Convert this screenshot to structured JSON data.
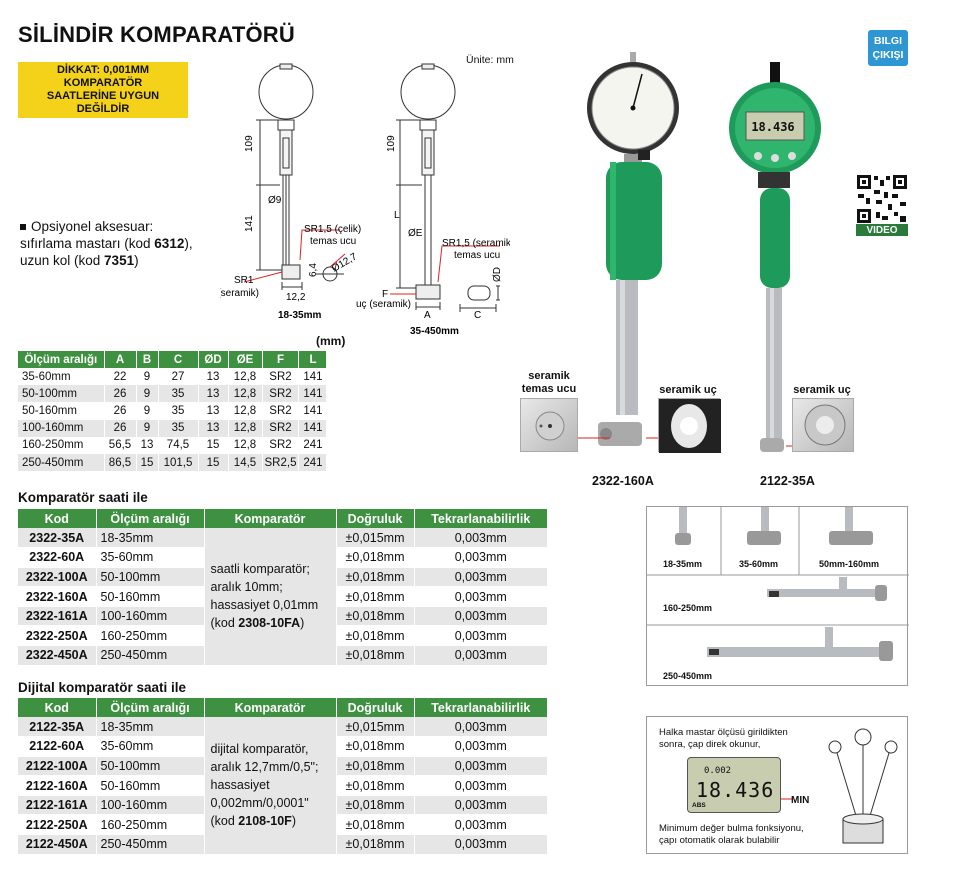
{
  "title": "SİLİNDİR KOMPARATÖRÜ",
  "warning": [
    "DİKKAT: 0,001MM KOMPARATÖR",
    "SAATLERİNE UYGUN DEĞİLDİR"
  ],
  "bilgi": [
    "BILGI",
    "ÇIKIŞI"
  ],
  "video_label": "VIDEO",
  "unit_note": "Ünite: mm",
  "accessory": {
    "line1": "Opsiyonel aksesuar:",
    "line2_a": "sıfırlama mastarı (kod ",
    "line2_b": "6312",
    "line2_c": "),",
    "line3_a": "uzun kol (kod ",
    "line3_b": "7351",
    "line3_c": ")"
  },
  "diagram_left": {
    "dim_109": "109",
    "dim_141": "141",
    "dia9": "Ø9",
    "sr": "SR1,5 (çelik)",
    "sr2": "temas ucu",
    "dim_64": "6,4",
    "dia127": "Ø12,7",
    "sr1": "SR1",
    "tip": "uç (seramik)",
    "dim_122": "12,2",
    "caption": "18-35mm"
  },
  "diagram_right": {
    "dim_109": "109",
    "L": "L",
    "diaE": "ØE",
    "sr": "SR1,5 (seramik)",
    "sr2": "temas ucu",
    "diaD": "ØD",
    "F": "F",
    "tip": "uç (seramik)",
    "A": "A",
    "C": "C",
    "caption": "35-450mm"
  },
  "spec_table": {
    "unit": "(mm)",
    "headers": [
      "Ölçüm aralığı",
      "A",
      "B",
      "C",
      "ØD",
      "ØE",
      "F",
      "L"
    ],
    "rows": [
      [
        "35-60mm",
        "22",
        "9",
        "27",
        "13",
        "12,8",
        "SR2",
        "141"
      ],
      [
        "50-100mm",
        "26",
        "9",
        "35",
        "13",
        "12,8",
        "SR2",
        "141"
      ],
      [
        "50-160mm",
        "26",
        "9",
        "35",
        "13",
        "12,8",
        "SR2",
        "141"
      ],
      [
        "100-160mm",
        "26",
        "9",
        "35",
        "13",
        "12,8",
        "SR2",
        "141"
      ],
      [
        "160-250mm",
        "56,5",
        "13",
        "74,5",
        "15",
        "12,8",
        "SR2",
        "241"
      ],
      [
        "250-450mm",
        "86,5",
        "15",
        "101,5",
        "15",
        "14,5",
        "SR2,5",
        "241"
      ]
    ]
  },
  "dial_section": {
    "title": "Komparatör saati ile",
    "headers": [
      "Kod",
      "Ölçüm aralığı",
      "Komparatör",
      "Doğruluk",
      "Tekrarlanabilirlik"
    ],
    "comparator_lines": [
      "saatli komparatör;",
      "aralık 10mm;",
      "hassasiyet 0,01mm"
    ],
    "comparator_code_a": "(kod ",
    "comparator_code_b": "2308-10FA",
    "comparator_code_c": ")",
    "rows": [
      [
        "2322-35A",
        "18-35mm",
        "±0,015mm",
        "0,003mm"
      ],
      [
        "2322-60A",
        "35-60mm",
        "±0,018mm",
        "0,003mm"
      ],
      [
        "2322-100A",
        "50-100mm",
        "±0,018mm",
        "0,003mm"
      ],
      [
        "2322-160A",
        "50-160mm",
        "±0,018mm",
        "0,003mm"
      ],
      [
        "2322-161A",
        "100-160mm",
        "±0,018mm",
        "0,003mm"
      ],
      [
        "2322-250A",
        "160-250mm",
        "±0,018mm",
        "0,003mm"
      ],
      [
        "2322-450A",
        "250-450mm",
        "±0,018mm",
        "0,003mm"
      ]
    ]
  },
  "digital_section": {
    "title": "Dijital komparatör saati ile",
    "headers": [
      "Kod",
      "Ölçüm aralığı",
      "Komparatör",
      "Doğruluk",
      "Tekrarlanabilirlik"
    ],
    "comparator_lines": [
      "dijital komparatör,",
      "aralık 12,7mm/0,5\";",
      "hassasiyet",
      "0,002mm/0,0001\""
    ],
    "comparator_code_a": "(kod ",
    "comparator_code_b": "2108-10F",
    "comparator_code_c": ")",
    "rows": [
      [
        "2122-35A",
        "18-35mm",
        "±0,015mm",
        "0,003mm"
      ],
      [
        "2122-60A",
        "35-60mm",
        "±0,018mm",
        "0,003mm"
      ],
      [
        "2122-100A",
        "50-100mm",
        "±0,018mm",
        "0,003mm"
      ],
      [
        "2122-160A",
        "50-160mm",
        "±0,018mm",
        "0,003mm"
      ],
      [
        "2122-161A",
        "100-160mm",
        "±0,018mm",
        "0,003mm"
      ],
      [
        "2122-250A",
        "160-250mm",
        "±0,018mm",
        "0,003mm"
      ],
      [
        "2122-450A",
        "250-450mm",
        "±0,018mm",
        "0,003mm"
      ]
    ]
  },
  "products": {
    "left_code": "2322-160A",
    "right_code": "2122-35A",
    "callout1": [
      "seramik",
      "temas ucu"
    ],
    "callout2": "seramik uç",
    "callout3": "seramik uç",
    "digital_display": "18.436"
  },
  "ranges_panel": {
    "r1": "18-35mm",
    "r2": "35-60mm",
    "r3": "50mm-160mm",
    "r4": "160-250mm",
    "r5": "250-450mm"
  },
  "min_panel": {
    "top1": "Halka mastar ölçüsü girildikten",
    "top2": "sonra, çap direk okunur,",
    "display_small": "0.002",
    "display_big": "18.436",
    "abs": "ABS",
    "min_tag": "MIN",
    "bottom1": "Minimum değer bulma fonksiyonu,",
    "bottom2": "çapı otomatik olarak bulabilir"
  },
  "colors": {
    "green": "#3e9140",
    "yellow": "#f5d21a",
    "blue": "#2e96d3",
    "grip": "#1e9a5a"
  }
}
